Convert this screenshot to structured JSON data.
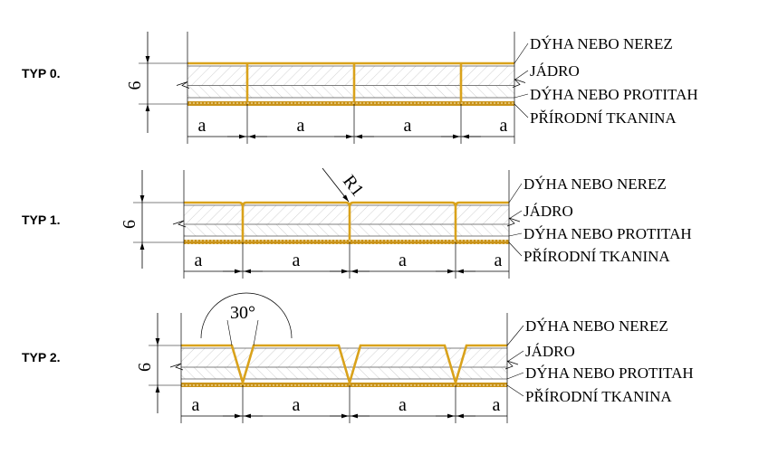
{
  "title": "Panel types",
  "colors": {
    "veneer": "#d9a21b",
    "line": "#000000",
    "hatch": "#bbbbbb"
  },
  "layer_labels": [
    "DÝHA NEBO NEREZ",
    "JÁDRO",
    "DÝHA NEBO PROTITAH",
    "PŘÍRODNÍ TKANINA"
  ],
  "thickness_label": "6",
  "spacing_label": "a",
  "types": [
    {
      "name": "TYP 0.",
      "groove": "straight"
    },
    {
      "name": "TYP 1.",
      "groove": "rounded",
      "annotation": "R1"
    },
    {
      "name": "TYP 2.",
      "groove": "v",
      "annotation": "30°"
    }
  ]
}
